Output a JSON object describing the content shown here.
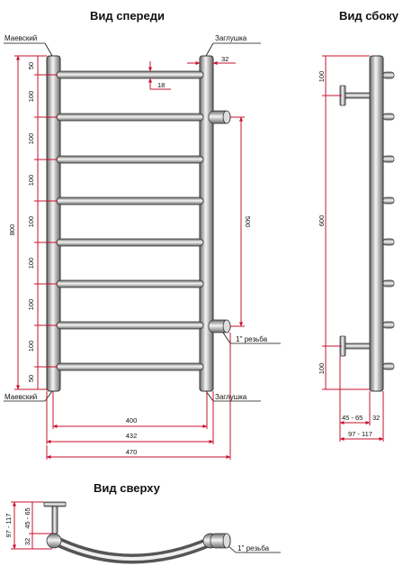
{
  "front": {
    "title": "Вид спереди",
    "label_mayevsky_top": "Маевский",
    "label_mayevsky_bottom": "Маевский",
    "label_plug_top": "Заглушка",
    "label_plug_bottom": "Заглушка",
    "label_thread": "1'' резьба",
    "dim_overall_height": "800",
    "dim_segments": [
      "50",
      "100",
      "100",
      "100",
      "100",
      "100",
      "100",
      "100",
      "50"
    ],
    "dim_pipe_diameter": "32",
    "dim_rung_diameter": "18",
    "dim_connection": "500",
    "dim_width_400": "400",
    "dim_width_432": "432",
    "dim_width_470": "470"
  },
  "side": {
    "title": "Вид сбоку",
    "dim_top": "100",
    "dim_middle": "600",
    "dim_bottom": "100",
    "dim_offset": "45 - 65",
    "dim_pipe": "32",
    "dim_depth": "97 - 117"
  },
  "top": {
    "title": "Вид сверху",
    "dim_depth": "97 - 117",
    "dim_pipe": "32",
    "dim_offset": "45 - 65",
    "label_thread": "1'' резьба"
  },
  "colors": {
    "dimension": "#c8102e",
    "metal_dark": "#555555",
    "metal_light": "#f2f2f2"
  }
}
